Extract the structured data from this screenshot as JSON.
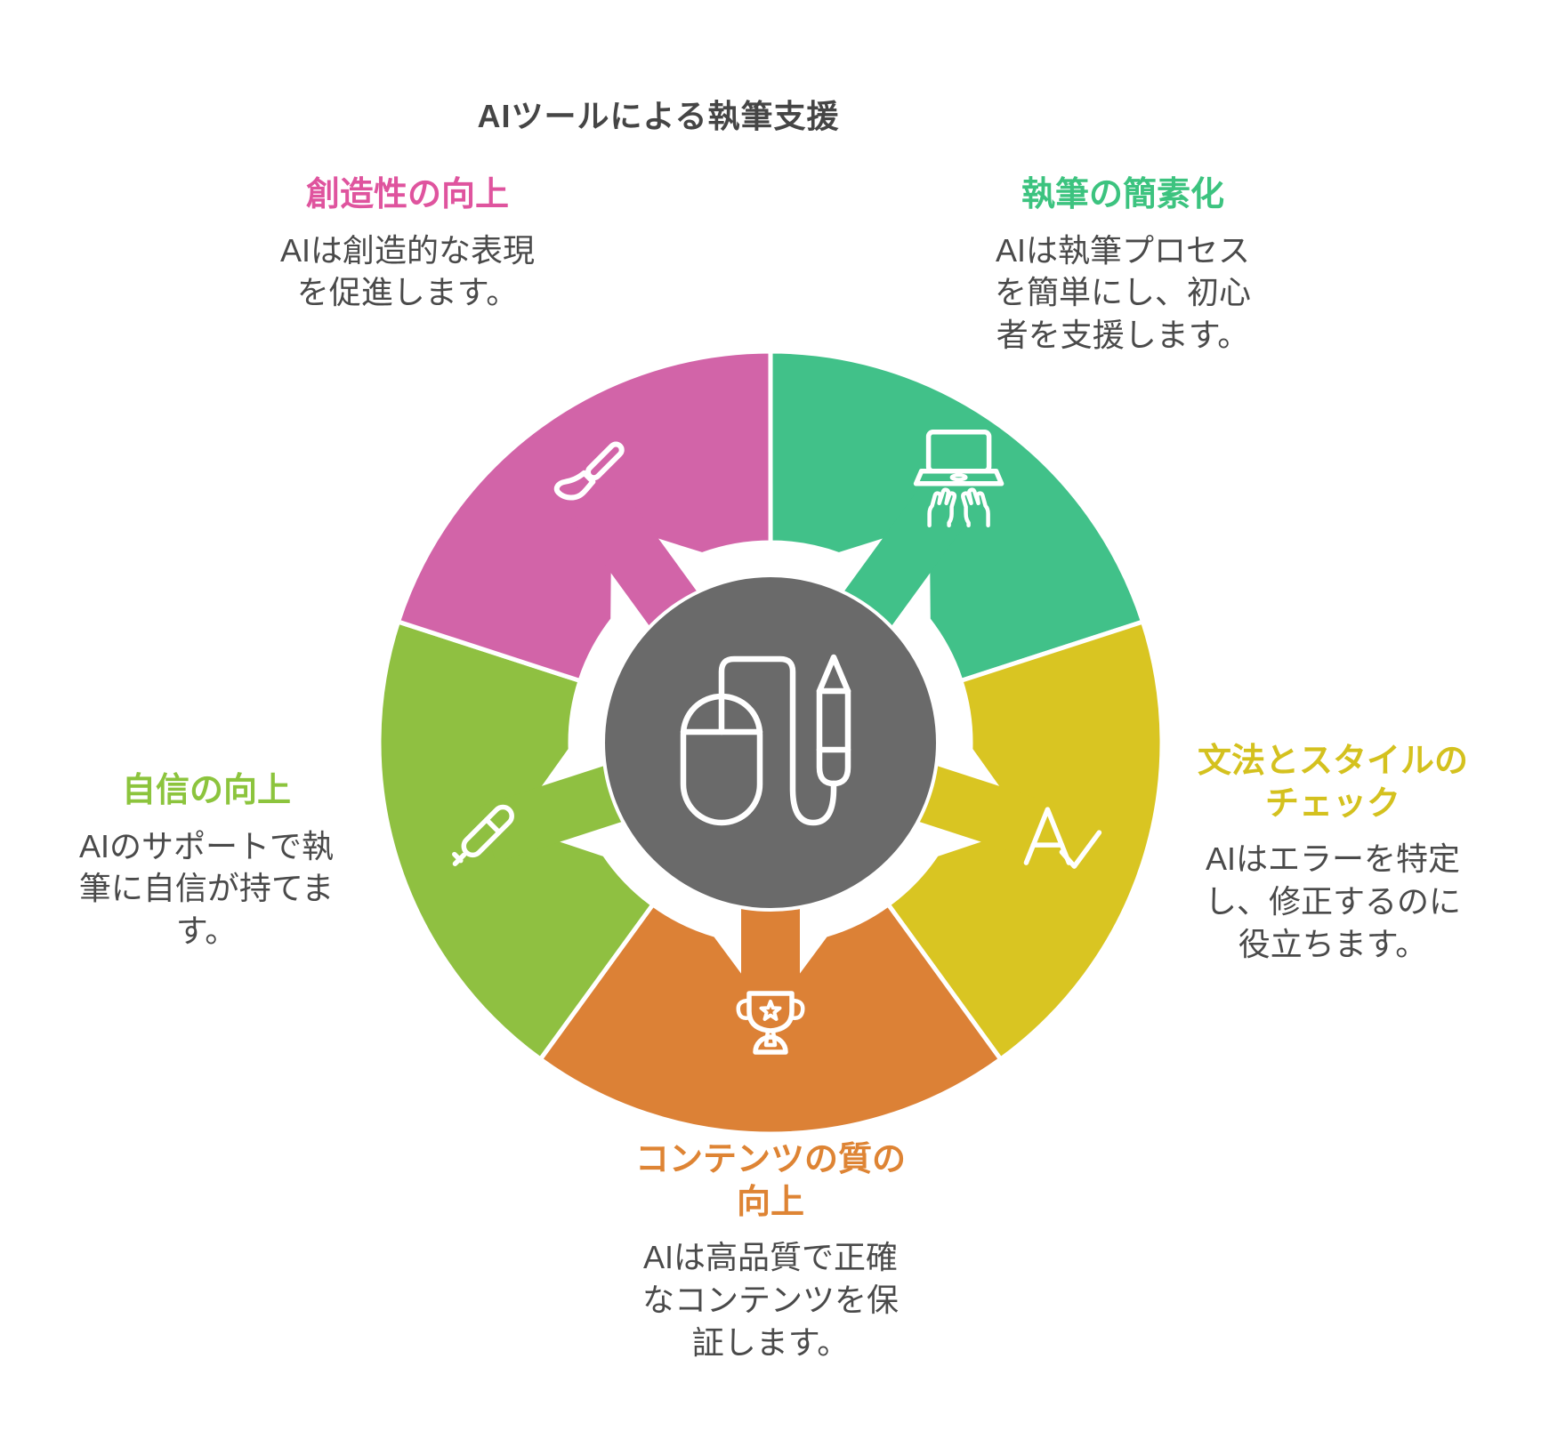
{
  "title": "AIツールによる執筆支援",
  "center": {
    "icon": "mouse-and-pen-icon",
    "color": "#6A6A6A"
  },
  "segments": [
    {
      "id": "simplify",
      "heading": [
        "執筆の簡素化"
      ],
      "body": [
        "AIは執筆プロセス",
        "を簡単にし、初心",
        "者を支援します。"
      ],
      "color": "#41C189",
      "heading_color": "#3CC37F",
      "icon": "laptop-typing-icon"
    },
    {
      "id": "grammar",
      "heading": [
        "文法とスタイルの",
        "チェック"
      ],
      "body": [
        "AIはエラーを特定",
        "し、修正するのに",
        "役立ちます。"
      ],
      "color": "#D9C522",
      "heading_color": "#D4C11E",
      "icon": "letter-a-check-icon"
    },
    {
      "id": "quality",
      "heading": [
        "コンテンツの質の",
        "向上"
      ],
      "body": [
        "AIは高品質で正確",
        "なコンテンツを保",
        "証します。"
      ],
      "color": "#DC8136",
      "heading_color": "#DE8434",
      "icon": "trophy-icon"
    },
    {
      "id": "confidence",
      "heading": [
        "自信の向上"
      ],
      "body": [
        "AIのサポートで執",
        "筆に自信が持てま",
        "す。"
      ],
      "color": "#8FC041",
      "heading_color": "#8CC43D",
      "icon": "pen-icon"
    },
    {
      "id": "creativity",
      "heading": [
        "創造性の向上"
      ],
      "body": [
        "AIは創造的な表現",
        "を促進します。"
      ],
      "color": "#D264A8",
      "heading_color": "#DF549E",
      "icon": "paintbrush-icon"
    }
  ]
}
